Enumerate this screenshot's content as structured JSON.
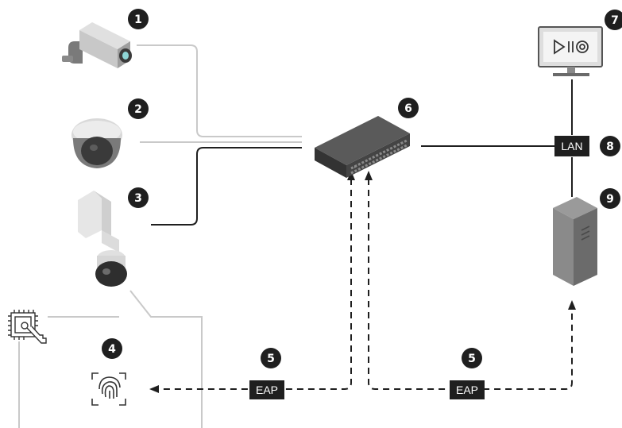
{
  "colors": {
    "dark": "#1f1f1f",
    "mid_gray": "#9a9a9a",
    "light_gray": "#c9c9c9",
    "device_body": "#6b6b6b",
    "white": "#ffffff"
  },
  "badges": {
    "b1": "1",
    "b2": "2",
    "b3": "3",
    "b4": "4",
    "b5a": "5",
    "b5b": "5",
    "b6": "6",
    "b7": "7",
    "b8": "8",
    "b9": "9"
  },
  "labels": {
    "lan": "LAN",
    "eap_left": "EAP",
    "eap_right": "EAP"
  },
  "icons": {
    "box_camera": "box-camera-icon",
    "dome_camera": "dome-camera-icon",
    "ptz_camera": "ptz-camera-icon",
    "tpm_chip": "secure-chip-key-icon",
    "fingerprint": "fingerprint-scan-icon",
    "switch": "network-switch-icon",
    "monitor": "monitor-playback-icon",
    "server": "server-tower-icon"
  }
}
